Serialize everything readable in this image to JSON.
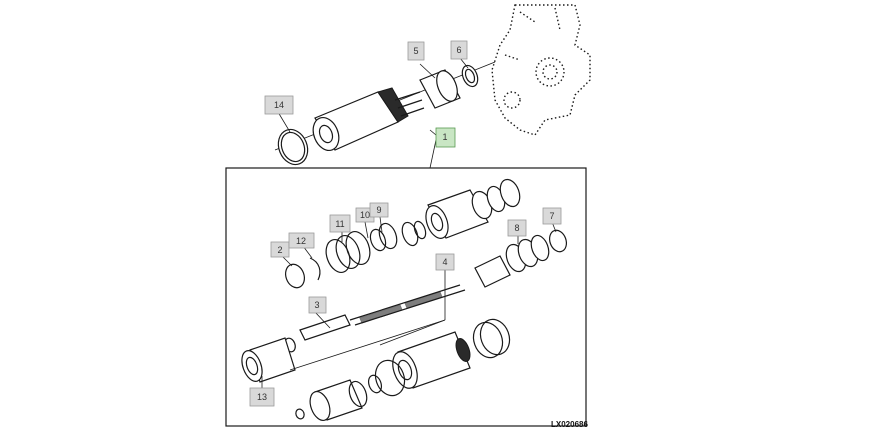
{
  "diagram": {
    "reference_code": "LX020686",
    "callouts": [
      {
        "id": "c5",
        "label": "5"
      },
      {
        "id": "c6",
        "label": "6"
      },
      {
        "id": "c14",
        "label": "14"
      },
      {
        "id": "c1",
        "label": "1",
        "highlighted": true
      },
      {
        "id": "c11",
        "label": "11"
      },
      {
        "id": "c10",
        "label": "10"
      },
      {
        "id": "c9",
        "label": "9"
      },
      {
        "id": "c2",
        "label": "2"
      },
      {
        "id": "c12",
        "label": "12"
      },
      {
        "id": "c7",
        "label": "7"
      },
      {
        "id": "c8",
        "label": "8"
      },
      {
        "id": "c4",
        "label": "4"
      },
      {
        "id": "c3",
        "label": "3"
      },
      {
        "id": "c13",
        "label": "13"
      }
    ]
  }
}
